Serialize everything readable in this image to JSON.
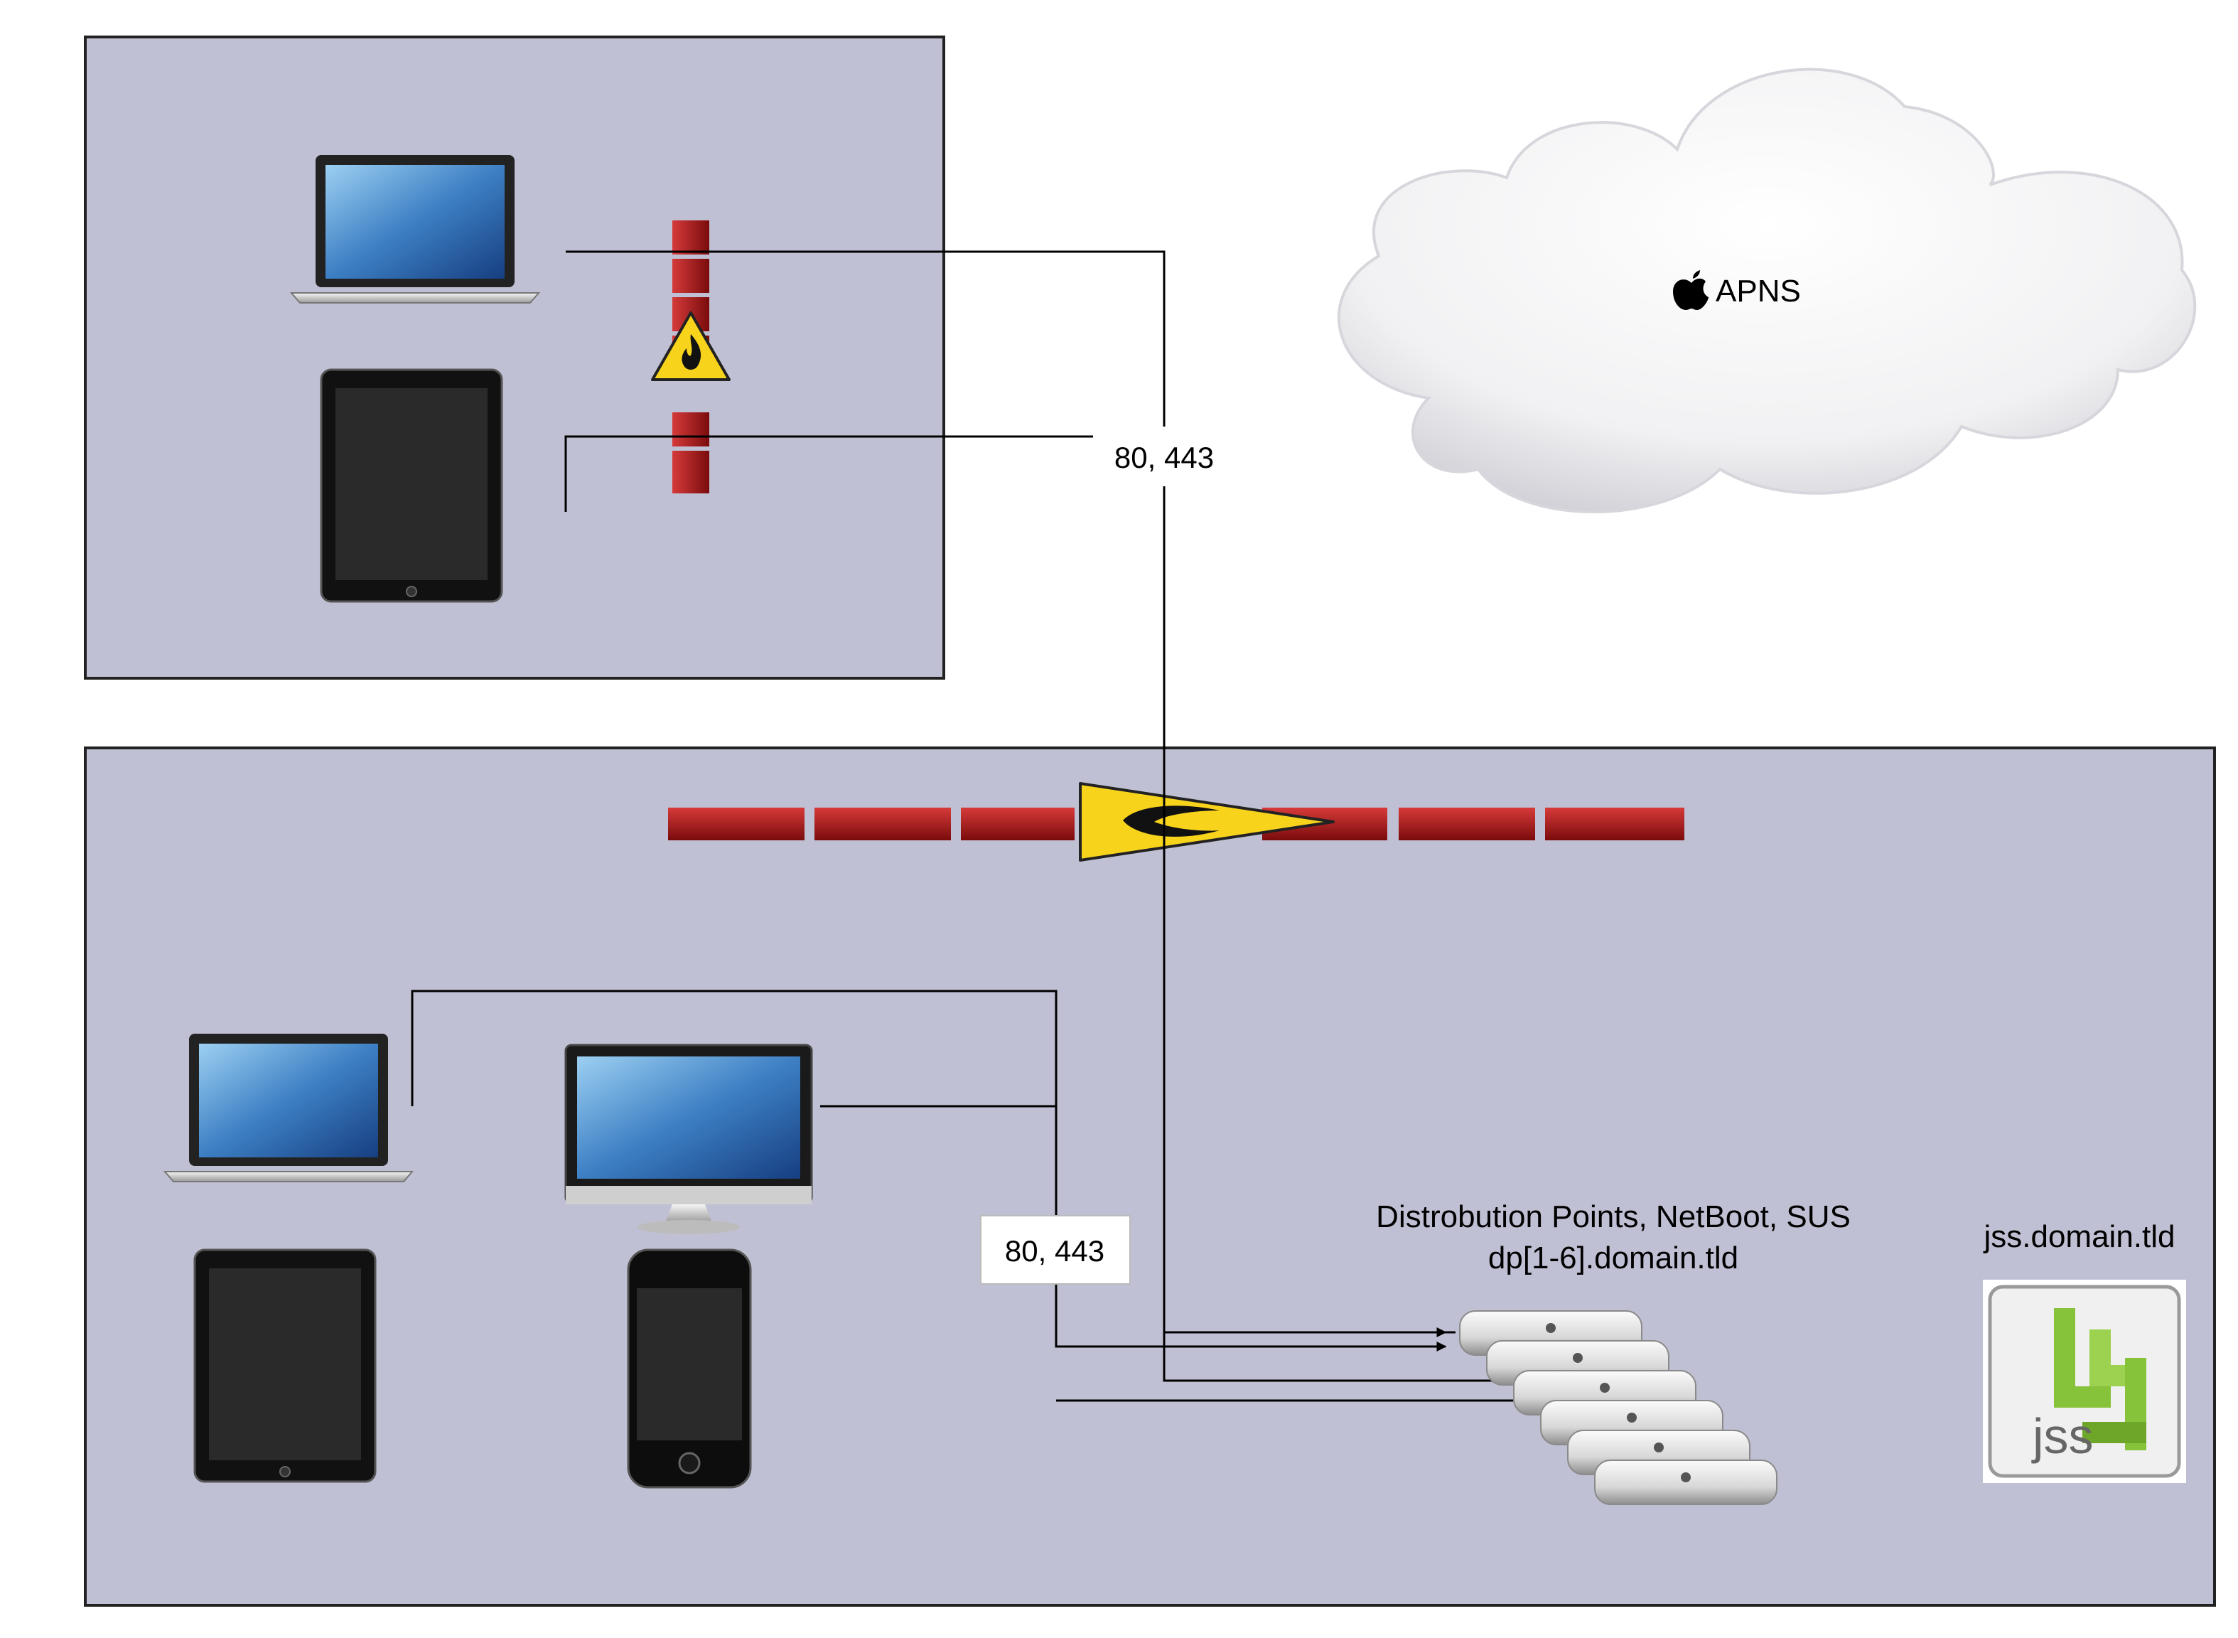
{
  "diagram": {
    "remote_zone": {
      "devices": [
        "macbook-icon",
        "ipad-icon"
      ],
      "firewall": "firewall-icon"
    },
    "internal_zone": {
      "devices": [
        "macbook-icon",
        "imac-icon",
        "ipad-icon",
        "iphone-icon"
      ],
      "firewall": "firewall-icon"
    },
    "cloud": {
      "label": "APNS",
      "icon": "apple-logo-icon"
    },
    "port_label_external": "80, 443",
    "port_label_internal": "80, 443",
    "distribution_points": {
      "title": "Distrobution Points, NetBoot, SUS",
      "host": "dp[1-6].domain.tld",
      "count": 6,
      "icon": "mac-mini-icon"
    },
    "jss": {
      "host": "jss.domain.tld",
      "logo_text": "jss"
    },
    "colors": {
      "zone_fill": "#c0c0d4",
      "zone_border": "#222222",
      "firewall_brick": "#b01a1a",
      "warning_yellow": "#f7d31c",
      "jss_green": "#86c23a",
      "screen_blue": "#3d7fc4"
    }
  }
}
